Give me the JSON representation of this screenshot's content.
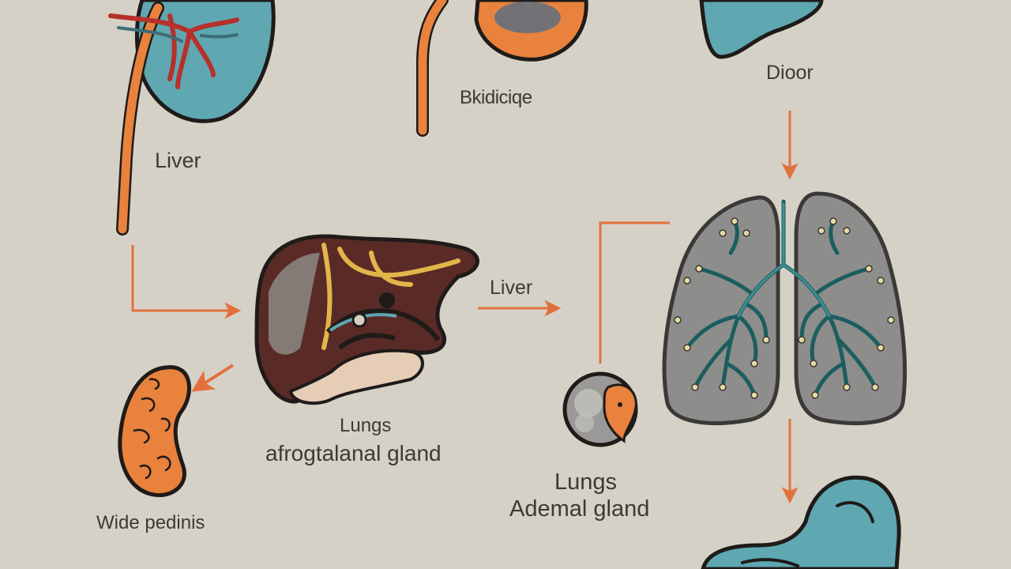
{
  "labels": {
    "liver_top_left": "Liver",
    "top_center": "Bkidiciqe",
    "top_right": "Dioor",
    "liver_arrow": "Liver",
    "center_line1": "Lungs",
    "center_line2": "afrogtalanal gland",
    "bottom_left": "Wide pedinis",
    "lungs_right_line1": "Lungs",
    "lungs_right_line2": "Ademal gland"
  },
  "colors": {
    "background": "#d6d1c6",
    "arrow_orange": "#e2703d",
    "organ_teal": "#5fa7b1",
    "organ_orange": "#e8823d",
    "vessel_red": "#b7302a",
    "lung_gray": "#8d8d8c",
    "liver_brown": "#5a2b26",
    "outline": "#1e1b19"
  },
  "icons": [
    "kidney-icon",
    "stomach-icon",
    "liver-icon",
    "lungs-icon",
    "pancreas-icon",
    "gland-icon"
  ]
}
